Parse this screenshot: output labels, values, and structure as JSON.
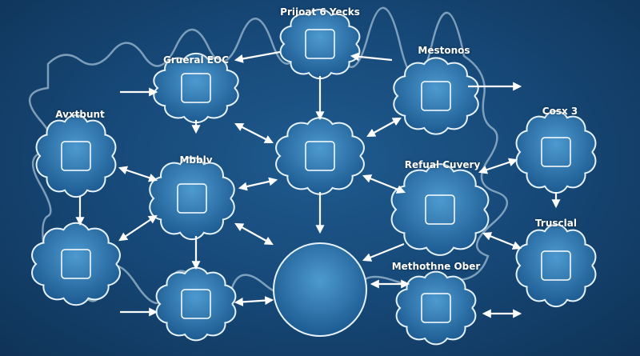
{
  "title": "Prijoat 6 Yecks",
  "nodes": {
    "general": "Grueral EOC",
    "milestones": "Mestonos",
    "account": "Avxtbunt",
    "cost": "Cosx 3",
    "mobility": "Mbblv",
    "recovery": "Refual Cuvery",
    "trust": "Trusclal",
    "method": "Methothne Ober"
  }
}
